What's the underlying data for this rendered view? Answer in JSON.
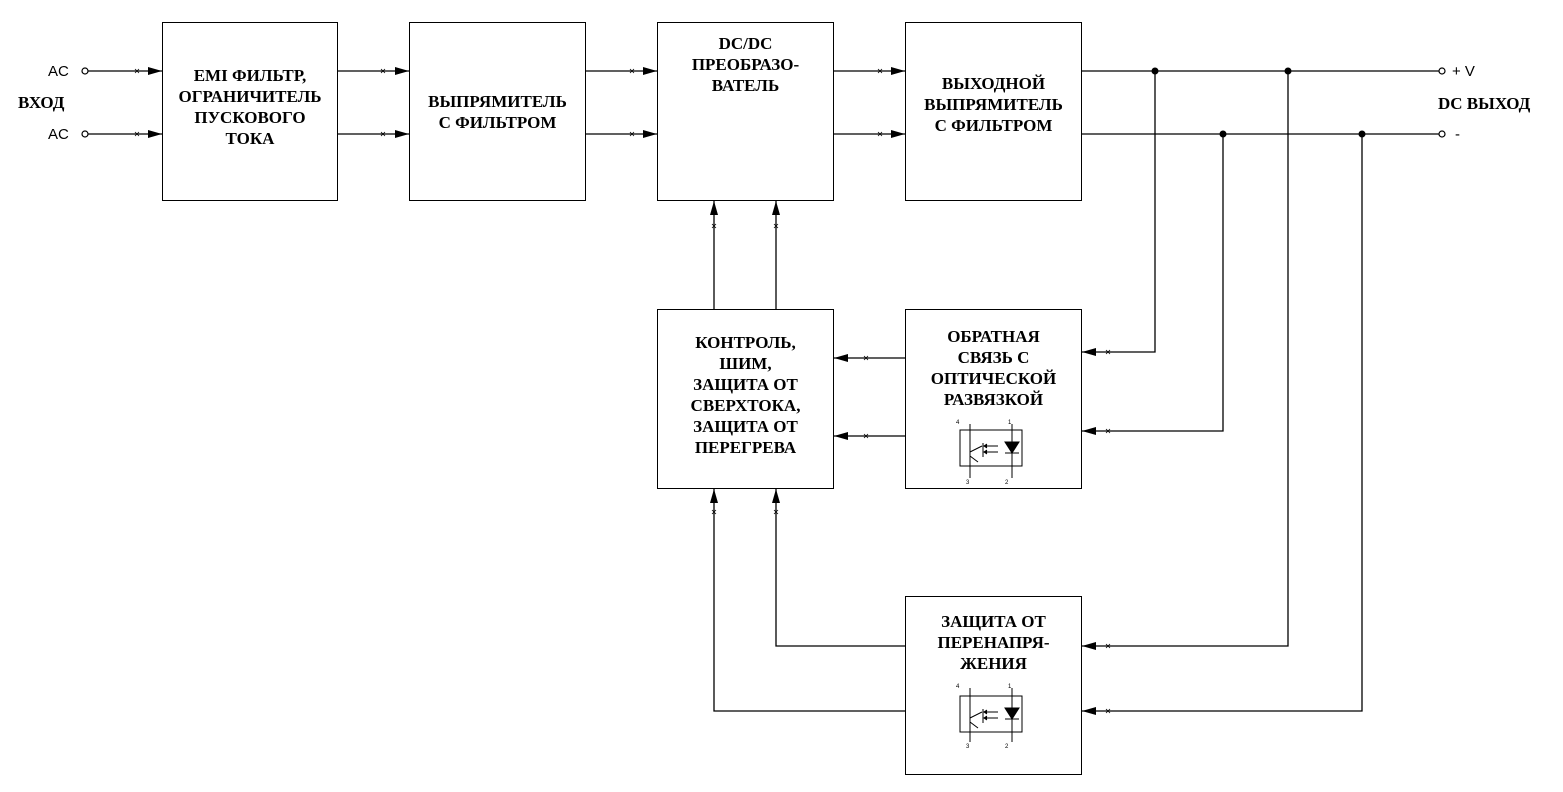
{
  "input": {
    "ac_top": "AC",
    "ac_bottom": "AC",
    "label": "ВХОД"
  },
  "output": {
    "plus": "+ V",
    "minus": "-",
    "label": "DC ВЫХОД"
  },
  "blocks": {
    "emi": [
      "EMI ФИЛЬТР,",
      "ОГРАНИЧИТЕЛЬ",
      "ПУСКОВОГО",
      "ТОКА"
    ],
    "rectifier": [
      "ВЫПРЯМИТЕЛЬ",
      "С ФИЛЬТРОМ"
    ],
    "converter": [
      "DC/DC",
      "ПРЕОБРАЗО-",
      "ВАТЕЛЬ"
    ],
    "output_rectifier": [
      "ВЫХОДНОЙ",
      "ВЫПРЯМИТЕЛЬ",
      "С  ФИЛЬТРОМ"
    ],
    "control": [
      "КОНТРОЛЬ,",
      "ШИМ,",
      "ЗАЩИТА ОТ",
      "СВЕРХТОКА,",
      "ЗАЩИТА ОТ",
      "ПЕРЕГРЕВА"
    ],
    "feedback": [
      "ОБРАТНАЯ",
      "СВЯЗЬ С",
      "ОПТИЧЕСКОЙ",
      "РАЗВЯЗКОЙ"
    ],
    "overvoltage": [
      "ЗАЩИТА ОТ",
      "ПЕРЕНАПРЯ-",
      "ЖЕНИЯ"
    ]
  },
  "optocoupler_pins": {
    "p4": "4",
    "p1": "1",
    "p3": "3",
    "p2": "2"
  },
  "colors": {
    "line": "#000000",
    "background": "#ffffff"
  }
}
